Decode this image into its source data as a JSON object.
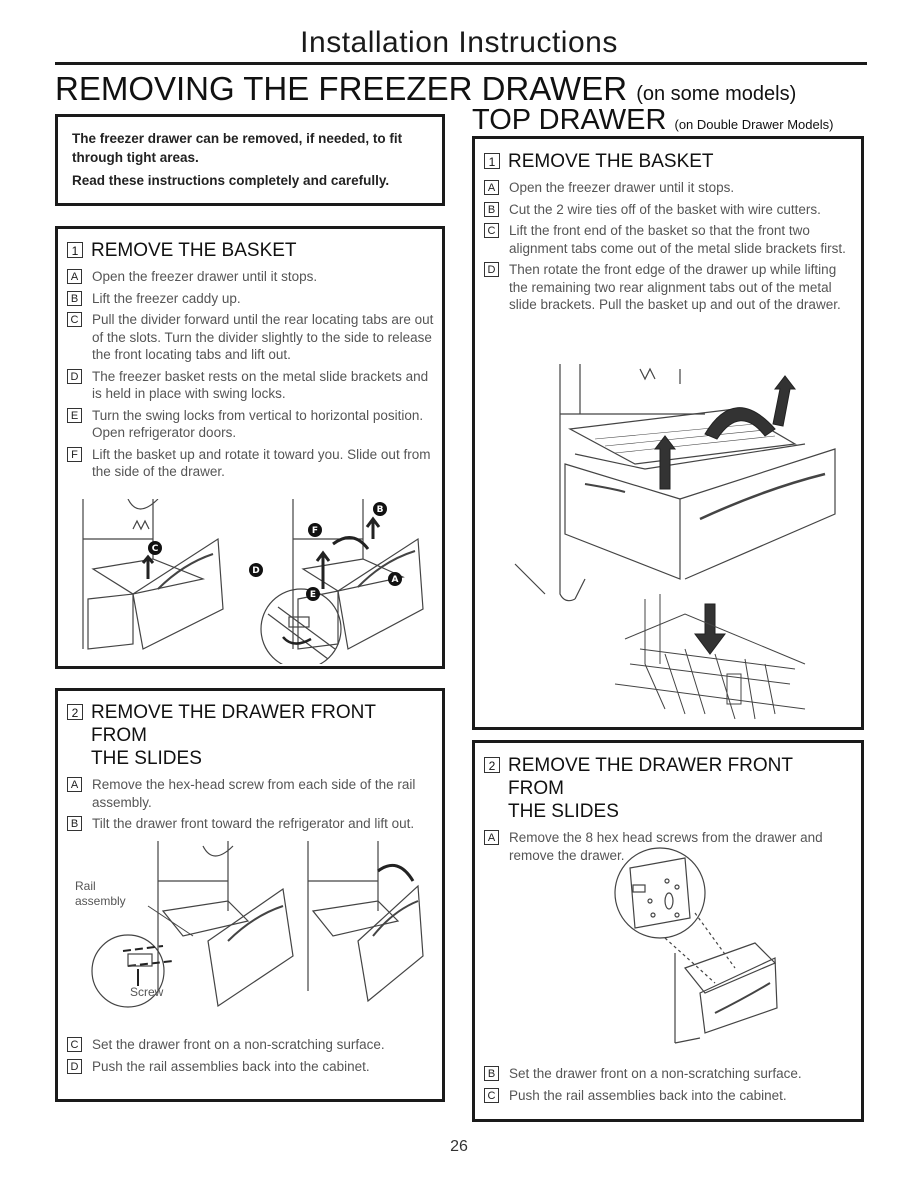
{
  "header": {
    "title": "Installation Instructions"
  },
  "main_title": {
    "text": "REMOVING THE FREEZER DRAWER",
    "sub": "(on some models)"
  },
  "top_title": {
    "text": "TOP DRAWER",
    "sub": "(on Double Drawer Models)"
  },
  "intro": {
    "line1": "The freezer drawer can be removed, if needed, to fit through tight areas.",
    "line2": "Read these instructions completely and carefully."
  },
  "left1": {
    "number": "1",
    "title": "REMOVE THE BASKET",
    "steps": [
      {
        "letter": "A",
        "text": "Open the freezer drawer until it stops."
      },
      {
        "letter": "B",
        "text": "Lift the freezer caddy up."
      },
      {
        "letter": "C",
        "text": "Pull the divider forward until the rear locating tabs are out of the slots. Turn the divider slightly to the side to release the front locating tabs and lift out."
      },
      {
        "letter": "D",
        "text": "The freezer basket rests on the metal slide brackets and is held in place with swing locks."
      },
      {
        "letter": "E",
        "text": "Turn the swing locks from vertical to horizontal position. Open refrigerator doors."
      },
      {
        "letter": "F",
        "text": "Lift the basket up and rotate it toward you. Slide out from the side of the drawer."
      }
    ],
    "callouts": [
      "B",
      "F",
      "C",
      "D",
      "E",
      "A"
    ]
  },
  "left2": {
    "number": "2",
    "title_line1": "REMOVE THE DRAWER FRONT FROM",
    "title_line2": "THE SLIDES",
    "steps_top": [
      {
        "letter": "A",
        "text": "Remove the hex-head screw from each side of the rail assembly."
      },
      {
        "letter": "B",
        "text": "Tilt the drawer front toward the refrigerator and lift out."
      }
    ],
    "label_rail": "Rail assembly",
    "label_screw": "Screw",
    "steps_bottom": [
      {
        "letter": "C",
        "text": "Set the drawer front on a non-scratching surface."
      },
      {
        "letter": "D",
        "text": "Push the rail assemblies back into the cabinet."
      }
    ]
  },
  "right1": {
    "number": "1",
    "title": "REMOVE THE BASKET",
    "steps": [
      {
        "letter": "A",
        "text": "Open the freezer drawer until it stops."
      },
      {
        "letter": "B",
        "text": "Cut the 2 wire ties off of the basket with wire cutters."
      },
      {
        "letter": "C",
        "text": "Lift the front end of the basket so that the front two alignment tabs come out of the metal slide brackets first."
      },
      {
        "letter": "D",
        "text": "Then rotate the front edge of the drawer up while lifting the remaining two rear alignment tabs out of the metal slide brackets. Pull the basket up and out of the drawer."
      }
    ]
  },
  "right2": {
    "number": "2",
    "title_line1": "REMOVE THE DRAWER FRONT FROM",
    "title_line2": "THE SLIDES",
    "steps_top": [
      {
        "letter": "A",
        "text": "Remove the 8 hex head screws from the drawer and remove the drawer."
      }
    ],
    "steps_bottom": [
      {
        "letter": "B",
        "text": "Set the drawer front on a non-scratching surface."
      },
      {
        "letter": "C",
        "text": "Push the rail assemblies back into the cabinet."
      }
    ]
  },
  "page_number": "26"
}
